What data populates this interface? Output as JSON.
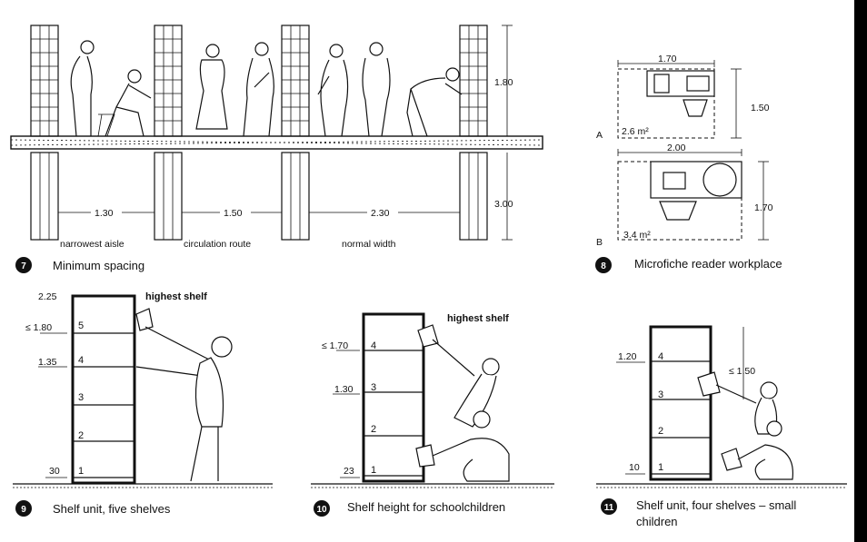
{
  "figures": [
    {
      "number": "7",
      "caption": "Minimum spacing",
      "height_upper": "1.80",
      "height_lower": "3.00",
      "widths": [
        "1.30",
        "1.50",
        "2.30"
      ],
      "zones": [
        "narrowest aisle",
        "circulation route",
        "normal width"
      ]
    },
    {
      "number": "8",
      "caption": "Microfiche reader workplace",
      "a": {
        "letter": "A",
        "width": "1.70",
        "depth": "1.50",
        "area": "2.6 m²"
      },
      "b": {
        "letter": "B",
        "width": "2.00",
        "depth": "1.70",
        "area": "3.4 m²"
      }
    },
    {
      "number": "9",
      "caption": "Shelf unit, five shelves",
      "top_label": "highest shelf",
      "heights": [
        "2.25",
        "≤ 1.80",
        "1.35",
        "30"
      ],
      "shelves": [
        "5",
        "4",
        "3",
        "2",
        "1"
      ]
    },
    {
      "number": "10",
      "caption": "Shelf height for schoolchildren",
      "top_label": "highest shelf",
      "heights": [
        "≤ 1.70",
        "1.30",
        "23"
      ],
      "shelves": [
        "4",
        "3",
        "2",
        "1"
      ]
    },
    {
      "number": "11",
      "caption_line1": "Shelf unit, four shelves – small",
      "caption_line2": "children",
      "heights": [
        "1.20",
        "10"
      ],
      "reach": "≤ 1.50",
      "shelves": [
        "4",
        "3",
        "2",
        "1"
      ]
    }
  ]
}
